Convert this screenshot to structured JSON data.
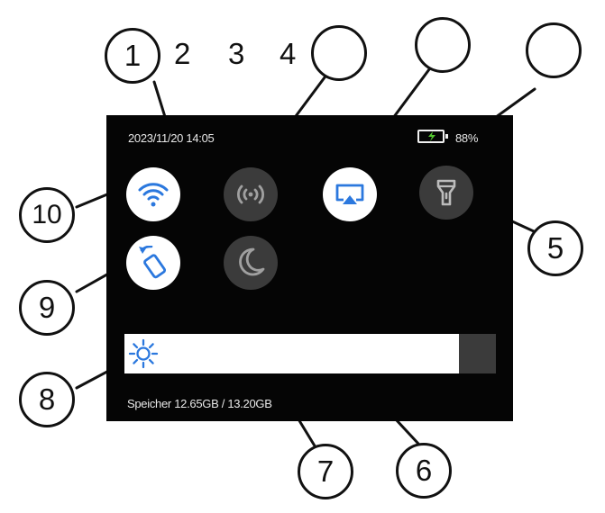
{
  "screen": {
    "datetime": "2023/11/20 14:05",
    "battery_percent": "88%",
    "storage_text": "Speicher 12.65GB / 13.20GB",
    "brightness_level": 0.9
  },
  "callouts": {
    "c1": "1",
    "c2": "2",
    "c3": "3",
    "c4": "4",
    "c5": "5",
    "c6": "6",
    "c7": "7",
    "c8": "8",
    "c9": "9",
    "c10": "10"
  },
  "icons": {
    "wifi": "wifi-icon",
    "hotspot": "hotspot-icon",
    "cast": "screen-cast-icon",
    "flashlight": "flashlight-icon",
    "rotate": "screen-rotation-icon",
    "night": "night-mode-icon",
    "brightness": "sun-icon",
    "battery": "battery-icon"
  },
  "colors": {
    "screen_background": "#050505",
    "active_button": "#ffffff",
    "inactive_button": "#3b3b3b",
    "active_icon": "#2b78de",
    "inactive_icon": "#a0a0a0",
    "battery_charge": "#54c82f"
  }
}
